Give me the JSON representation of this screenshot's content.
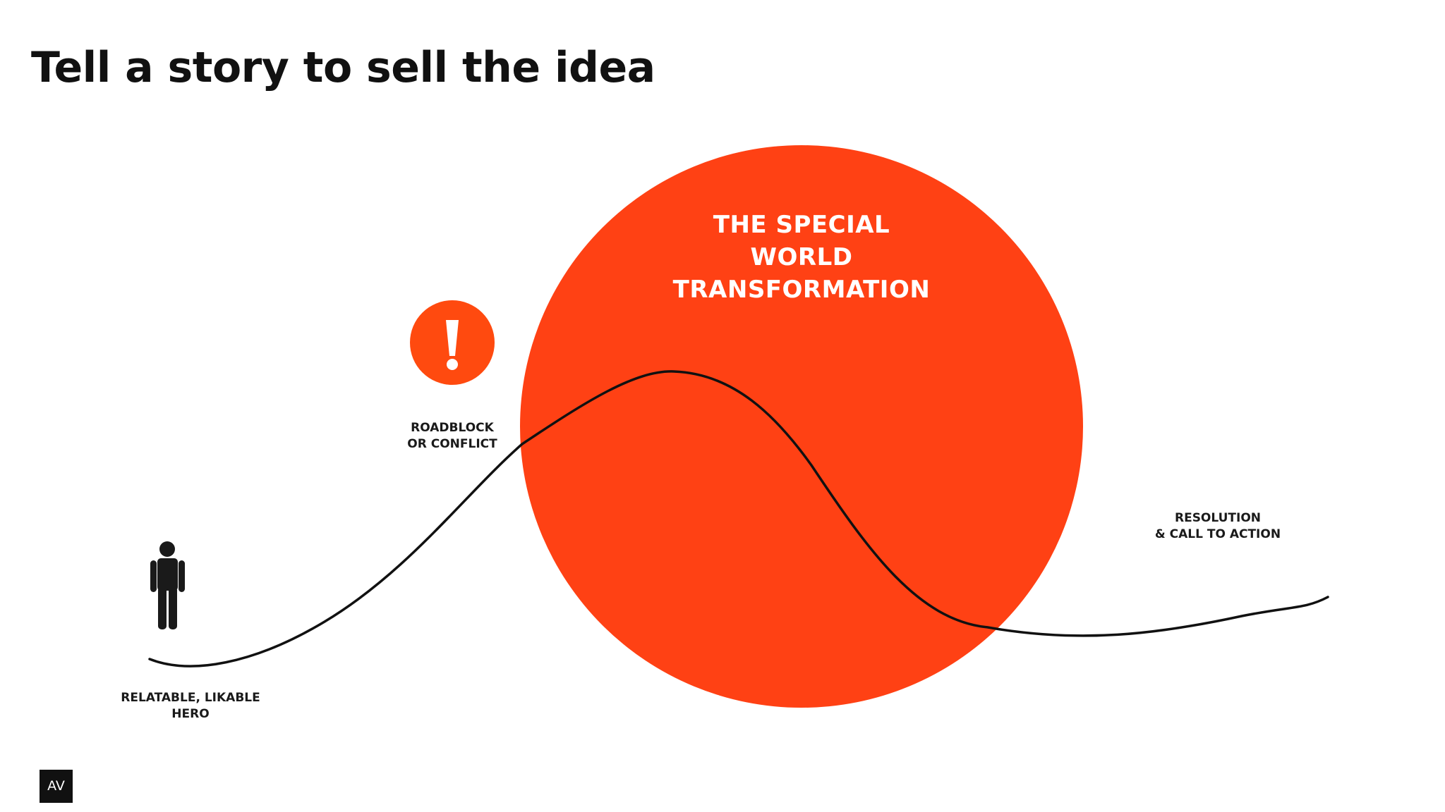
{
  "title": "Tell a story to sell the idea",
  "diagram": {
    "circle_label": [
      "THE SPECIAL",
      "WORLD",
      "TRANSFORMATION"
    ],
    "roadblock_label": [
      "ROADBLOCK",
      "OR CONFLICT"
    ],
    "hero_label": [
      "RELATABLE, LIKABLE",
      "HERO"
    ],
    "resolution_label": [
      "RESOLUTION",
      "& CALL TO ACTION"
    ],
    "roadblock_icon": "exclamation-icon",
    "hero_icon": "person-icon"
  },
  "logo": "AV",
  "colors": {
    "accent": "#ff4114",
    "alert": "#ff4a0f",
    "text": "#111111",
    "background": "#ffffff"
  }
}
